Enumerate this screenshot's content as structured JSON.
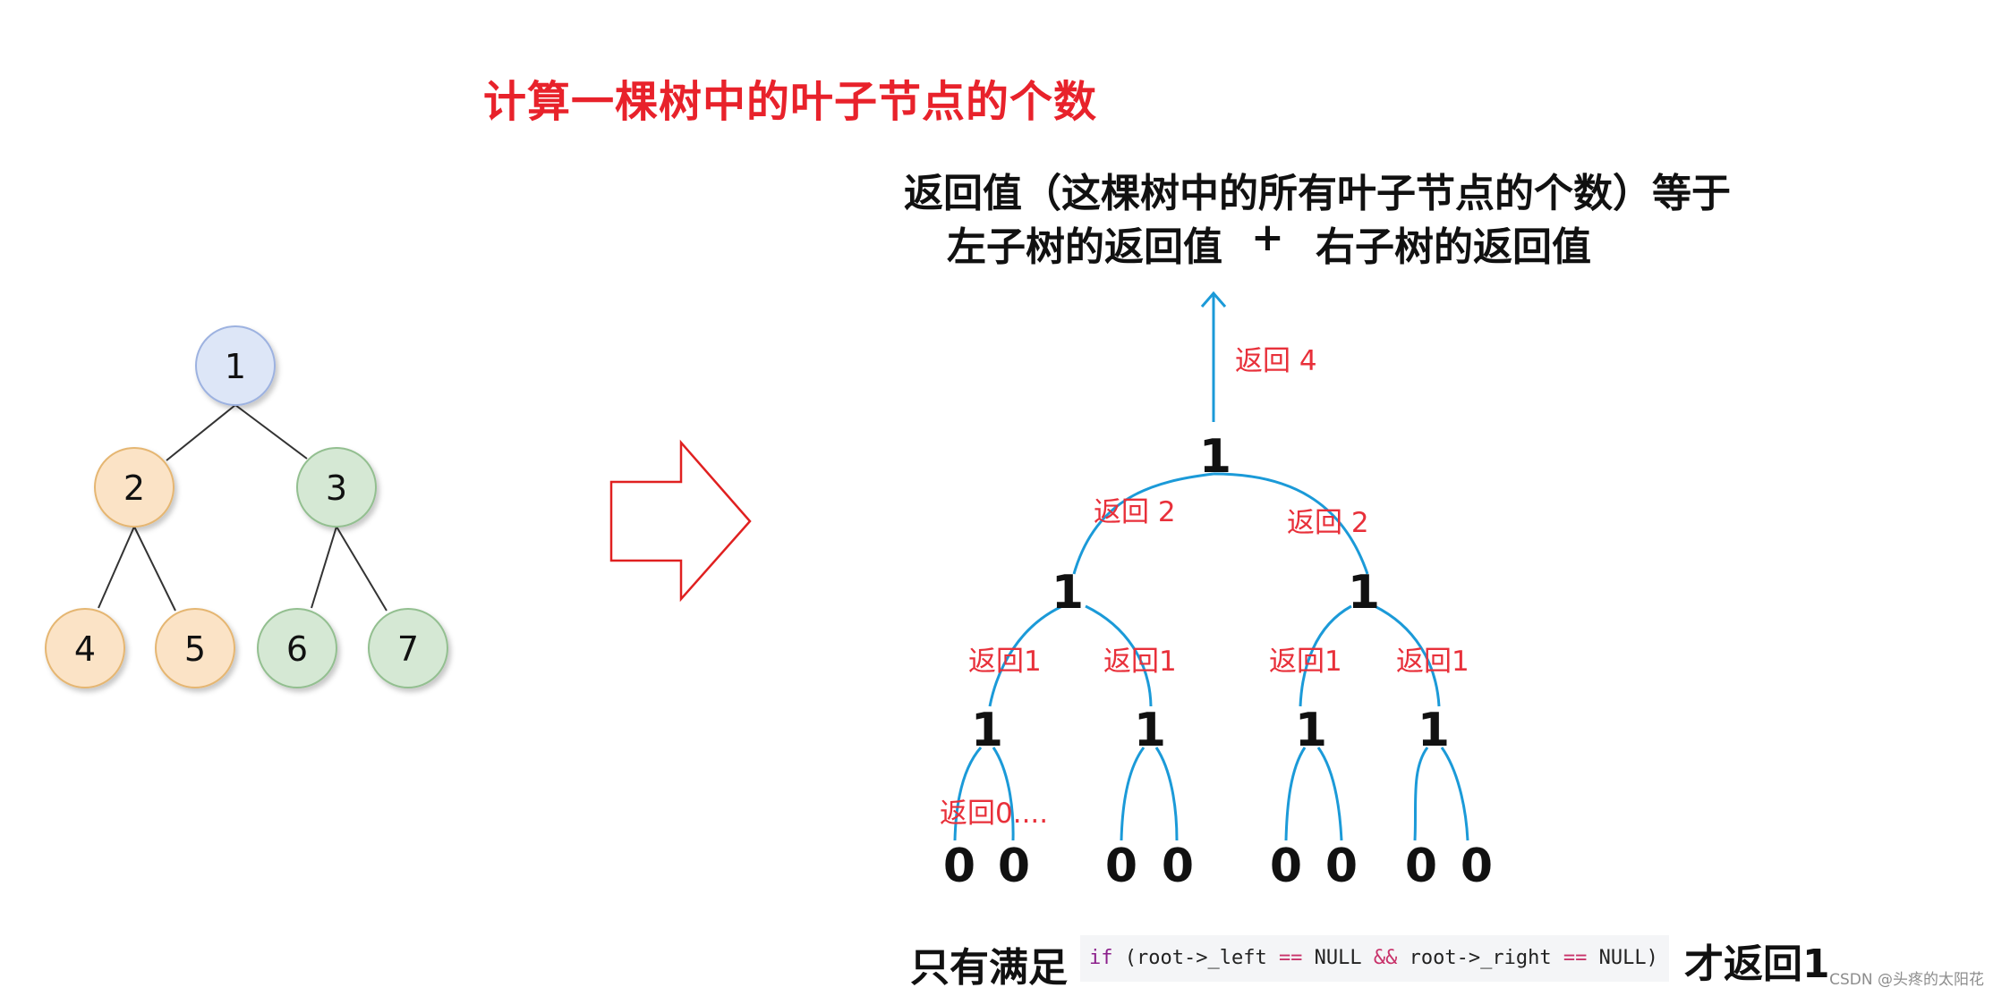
{
  "title": "计算一棵树中的叶子节点的个数",
  "explain": {
    "line1": "返回值（这棵树中的所有叶子节点的个数）等于",
    "line2_left": "左子树的返回值",
    "line2_plus": "+",
    "line2_right": "右子树的返回值"
  },
  "source_tree": {
    "nodes": [
      {
        "label": "1",
        "fill": "#dde6f7",
        "stroke": "#9db2e0"
      },
      {
        "label": "2",
        "fill": "#fbe3c6",
        "stroke": "#e5b672"
      },
      {
        "label": "3",
        "fill": "#d5e8d4",
        "stroke": "#93bf90"
      },
      {
        "label": "4",
        "fill": "#fbe3c6",
        "stroke": "#e5b672"
      },
      {
        "label": "5",
        "fill": "#fbe3c6",
        "stroke": "#e5b672"
      },
      {
        "label": "6",
        "fill": "#d5e8d4",
        "stroke": "#93bf90"
      },
      {
        "label": "7",
        "fill": "#d5e8d4",
        "stroke": "#93bf90"
      }
    ]
  },
  "arrow_color": "#e02020",
  "recursion": {
    "top_return": "返回 4",
    "root_value": "1",
    "level1": [
      {
        "value": "1",
        "return": "返回 2"
      },
      {
        "value": "1",
        "return": "返回 2"
      }
    ],
    "level2": [
      {
        "value": "1",
        "return": "返回1"
      },
      {
        "value": "1",
        "return": "返回1"
      },
      {
        "value": "1",
        "return": "返回1"
      },
      {
        "value": "1",
        "return": "返回1"
      }
    ],
    "leaf_return": "返回0....",
    "leaves": [
      "0",
      "0",
      "0",
      "0",
      "0",
      "0",
      "0",
      "0"
    ],
    "line_color": "#1b9ad8",
    "label_color": "#e8303a"
  },
  "condition": {
    "prefix": "只有满足",
    "code_kw": "if",
    "code_a": " (root->_left ",
    "code_op1": "==",
    "code_b": " NULL ",
    "code_op2": "&&",
    "code_c": " root->_right ",
    "code_op3": "==",
    "code_d": " NULL)",
    "suffix": "才返回1"
  },
  "watermark": "CSDN @头疼的太阳花"
}
